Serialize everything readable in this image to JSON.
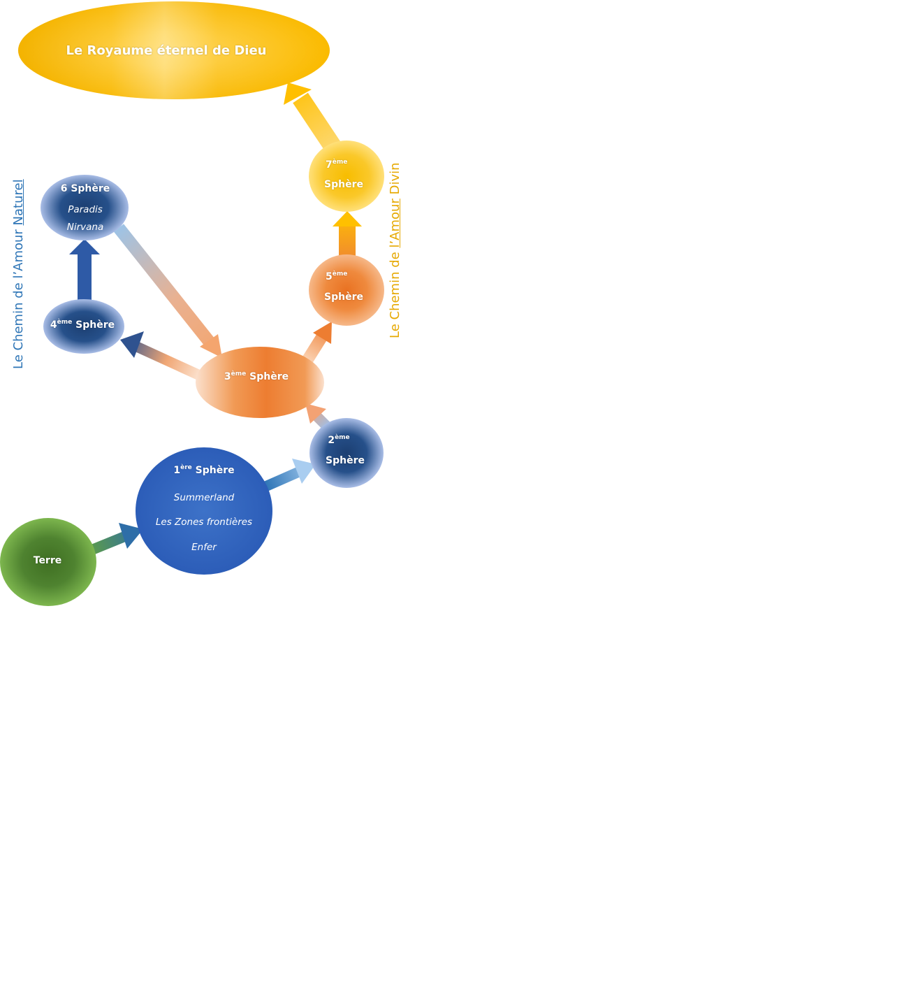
{
  "title": "Le Royaume éternel de Dieu",
  "side_labels": {
    "natural": {
      "prefix": "Le Chemin de l’Amour ",
      "underlined": "Naturel"
    },
    "divine": {
      "prefix": "Le Chemin de ",
      "underlined": "l’Amour",
      "suffix": " Divin"
    }
  },
  "nodes": {
    "terre": {
      "label": "Terre"
    },
    "sphere1": {
      "num": "1",
      "sup": "ère",
      "word": "Sphère",
      "items": [
        "Summerland",
        "Les Zones frontières",
        "Enfer"
      ]
    },
    "sphere2": {
      "num": "2",
      "sup": "ème",
      "word": "Sphère"
    },
    "sphere3": {
      "num": "3",
      "sup": "ème",
      "word": "Sphère"
    },
    "sphere4": {
      "num": "4",
      "sup": "ème",
      "word": "Sphère"
    },
    "sphere5": {
      "num": "5",
      "sup": "ème",
      "word": "Sphère"
    },
    "sphere6": {
      "label": "6 Sphère",
      "items": [
        "Paradis",
        "Nirvana"
      ]
    },
    "sphere7": {
      "num": "7",
      "sup": "ème",
      "word": "Sphère"
    }
  },
  "colors": {
    "natural_path": "#2e75b6",
    "divine_path": "#e6a800",
    "kingdom": "#ffc000",
    "earth": "#548235",
    "blue_sphere": "#1f4e79",
    "orange_sphere": "#ed7d31"
  }
}
